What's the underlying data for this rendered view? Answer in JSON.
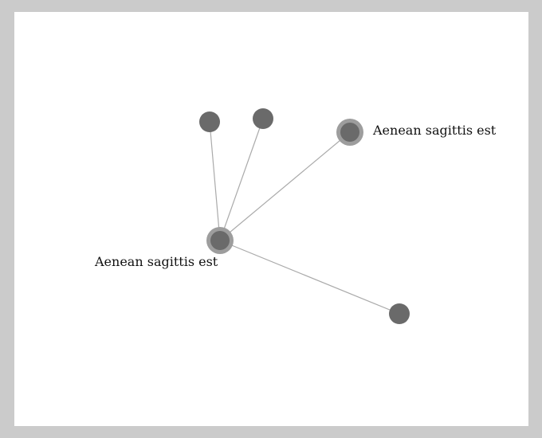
{
  "graph": {
    "colors": {
      "background_border": "#cbcbcb",
      "canvas": "#ffffff",
      "edge": "#aaaaaa",
      "node": "#6a6a6a",
      "highlight_ring": "#9d9d9d",
      "label": "#111111"
    },
    "nodes": [
      {
        "id": "hub",
        "highlighted": true,
        "label": "Aenean sagittis est"
      },
      {
        "id": "n1",
        "highlighted": false,
        "label": ""
      },
      {
        "id": "n2",
        "highlighted": false,
        "label": ""
      },
      {
        "id": "n3",
        "highlighted": true,
        "label": "Aenean sagittis est"
      },
      {
        "id": "n4",
        "highlighted": false,
        "label": ""
      }
    ],
    "edges": [
      {
        "from": "hub",
        "to": "n1"
      },
      {
        "from": "hub",
        "to": "n2"
      },
      {
        "from": "hub",
        "to": "n3"
      },
      {
        "from": "hub",
        "to": "n4"
      }
    ]
  }
}
